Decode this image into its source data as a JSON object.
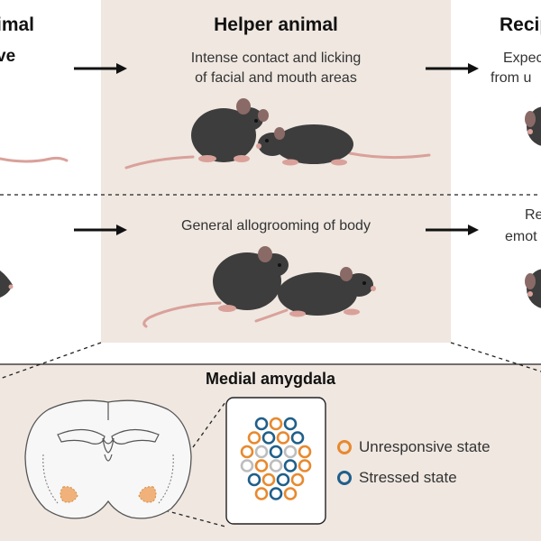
{
  "colors": {
    "panel_beige": "#efe7e0",
    "mouse_body": "#3d3d3d",
    "mouse_pink": "#d9a19a",
    "unresponsive_orange": "#e8892e",
    "stressed_blue": "#1f5f8a",
    "neutral_gray": "#bdbdbd",
    "arrow_black": "#111111"
  },
  "left_column": {
    "title_fragment": "imal",
    "text_fragment": "ve"
  },
  "helper_column": {
    "title": "Helper animal",
    "row1_text_line1": "Intense contact and licking",
    "row1_text_line2": "of facial and mouth areas",
    "row2_text": "General allogrooming of body"
  },
  "recipient_column": {
    "title_fragment": "Recip",
    "row1_line1_fragment": "Expec",
    "row1_line2_fragment": "from u",
    "row2_line1_fragment": "Re",
    "row2_line2_fragment": "emot"
  },
  "bottom_panel": {
    "title": "Medial amygdala",
    "legend": [
      {
        "label": "Unresponsive state",
        "color": "#e8892e"
      },
      {
        "label": "Stressed state",
        "color": "#1f5f8a"
      }
    ],
    "cells": [
      "b",
      "o",
      "b",
      "o",
      "b",
      "o",
      "b",
      "o",
      "g",
      "b",
      "g",
      "o",
      "g",
      "o",
      "g",
      "b",
      "o",
      "b",
      "o",
      "b",
      "o",
      "o",
      "b",
      "o"
    ]
  }
}
